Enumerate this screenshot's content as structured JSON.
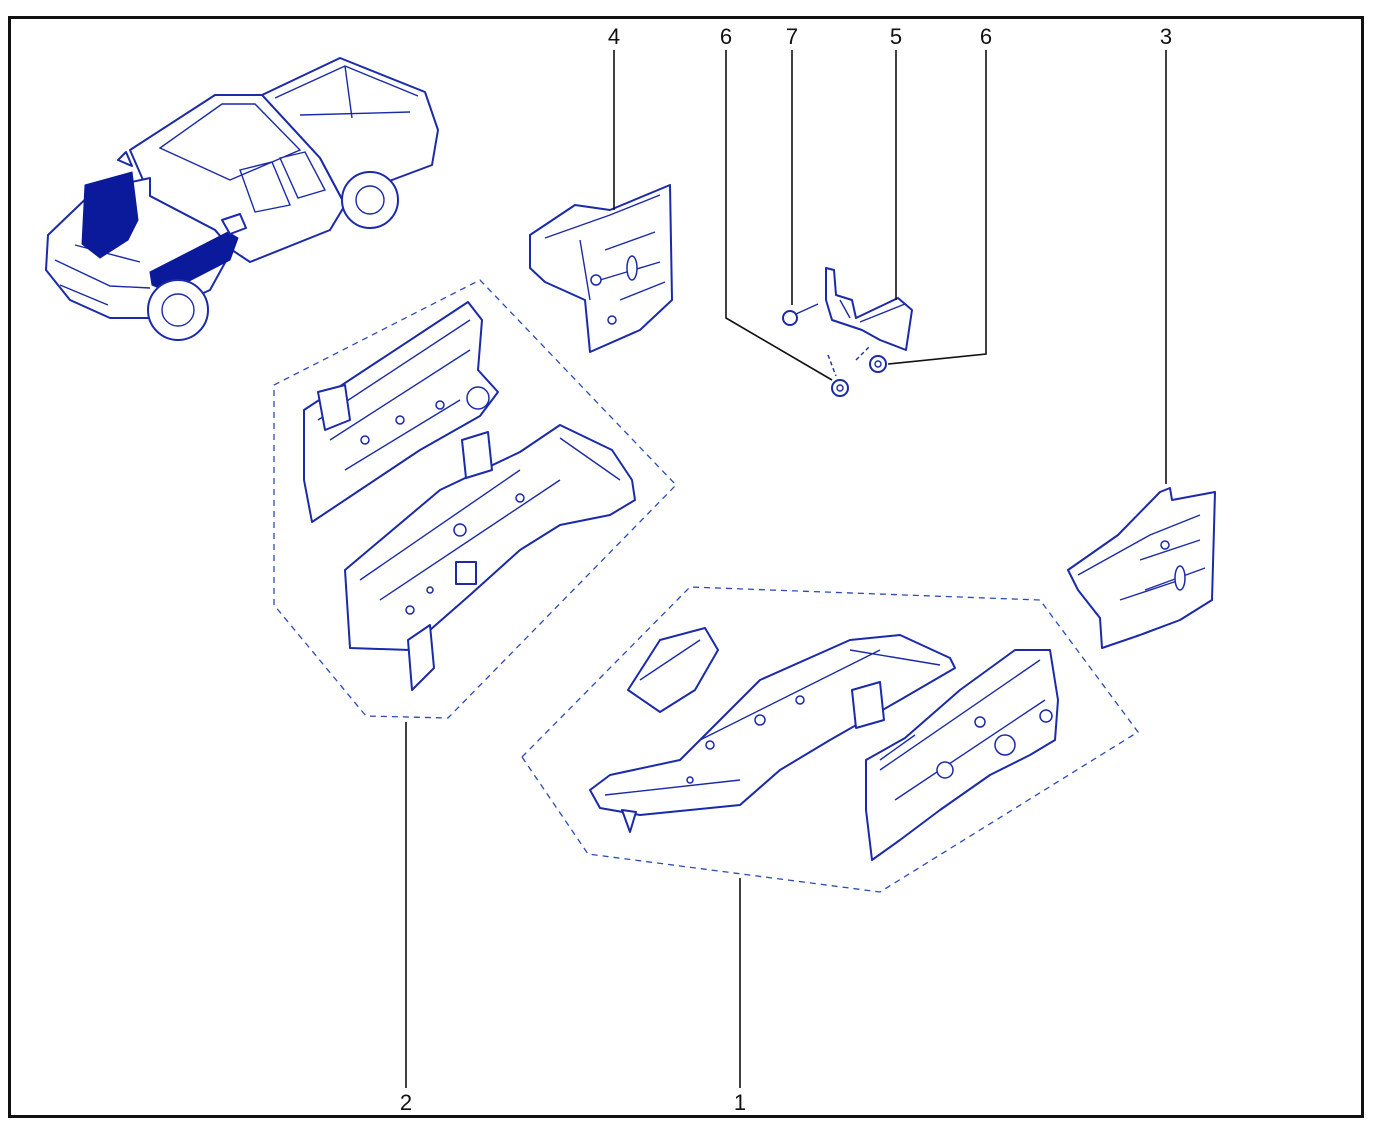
{
  "diagram": {
    "colors": {
      "line": "#1a2aa8",
      "highlight": "#0a1a9a",
      "frame": "#111111"
    },
    "callouts": [
      "4",
      "6",
      "7",
      "5",
      "6",
      "3",
      "2",
      "1"
    ]
  }
}
